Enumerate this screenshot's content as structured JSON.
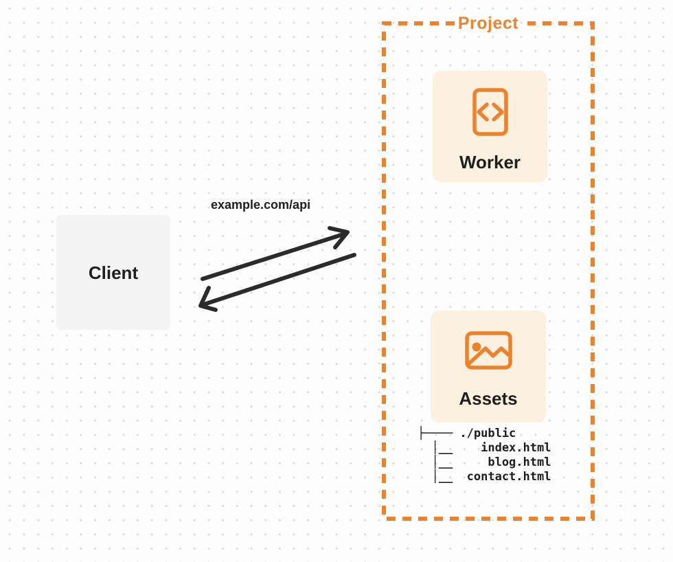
{
  "client": {
    "label": "Client"
  },
  "request": {
    "label": "example.com/api"
  },
  "project": {
    "label": "Project",
    "worker": {
      "label": "Worker",
      "icon": "code-file-icon"
    },
    "assets": {
      "label": "Assets",
      "icon": "image-icon",
      "file_tree": {
        "root": "./public",
        "files": [
          "index.html",
          "blog.html",
          "contact.html"
        ],
        "text": "├──── ./public\n  │__    index.html\n  │__     blog.html\n  │__  contact.html"
      }
    }
  },
  "colors": {
    "accent_orange": "#ED822C",
    "card_cream": "#FCF0E0",
    "client_gray": "#F4F4F4",
    "arrow_dark": "#2B2B2B",
    "text_dark": "#1F1F1F",
    "page_background": "#FDFDFD",
    "dot_grid": "#DCDCDC"
  }
}
